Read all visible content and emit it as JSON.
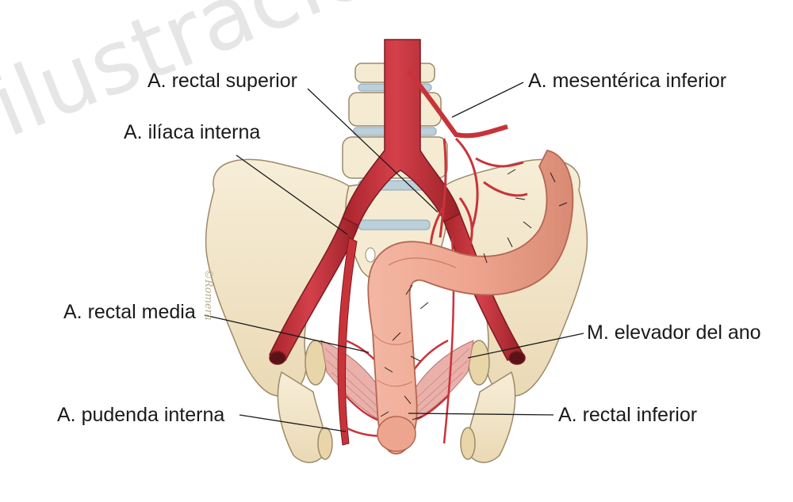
{
  "labels": {
    "rectal_superior": "A. rectal superior",
    "iliaca_interna": "A. ilíaca interna",
    "mesenterica_inferior": "A. mesentérica inferior",
    "rectal_media": "A. rectal media",
    "elevador_ano": "M. elevador del ano",
    "pudenda_interna": "A. pudenda interna",
    "rectal_inferior": "A. rectal inferior"
  },
  "watermark": "ilustración médica",
  "signature": "©Romera",
  "colors": {
    "bone": "#f3e7cc",
    "bone_shade": "#dccba6",
    "artery": "#c8333a",
    "artery_dark": "#8e1e24",
    "rectum": "#eea58f",
    "rectum_dark": "#c2705b",
    "muscle": "#e9a09b",
    "disc": "#bcd0dc",
    "leader": "#1a1a1a"
  }
}
